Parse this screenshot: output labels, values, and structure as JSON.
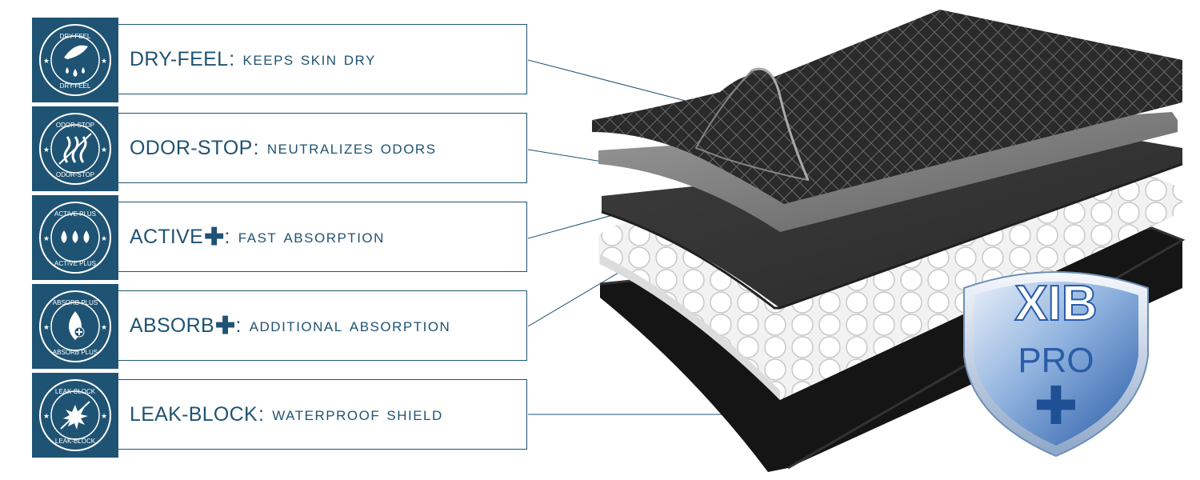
{
  "features": [
    {
      "badge_top": "DRY-FEEL",
      "badge_bottom": "DRY-FEEL",
      "name": "DRY-FEEL",
      "plus": "",
      "colon": ":",
      "desc": "KEEPS SKIN DRY",
      "icon": "feather-drops-icon"
    },
    {
      "badge_top": "ODOR-STOP",
      "badge_bottom": "ODOR-STOP",
      "name": "ODOR-STOP",
      "plus": "",
      "colon": ":",
      "desc": "NEUTRALIZES ODORS",
      "icon": "odor-waves-icon"
    },
    {
      "badge_top": "ACTIVE PLUS",
      "badge_bottom": "ACTIVE PLUS",
      "name": "ACTIVE",
      "plus": "✚",
      "colon": ":",
      "desc": "FAST ABSORPTION",
      "icon": "three-drops-icon"
    },
    {
      "badge_top": "ABSORB PLUS",
      "badge_bottom": "ABSORB PLUS",
      "name": "ABSORB",
      "plus": "✚",
      "colon": ":",
      "desc": "ADDITIONAL ABSORPTION",
      "icon": "drop-plus-icon"
    },
    {
      "badge_top": "LEAK-BLOCK",
      "badge_bottom": "LEAK-BLOCK",
      "name": "LEAK-BLOCK",
      "plus": "",
      "colon": ":",
      "desc": "WATERPROOF SHIELD",
      "icon": "splash-block-icon"
    }
  ],
  "shield": {
    "line1": "XIB",
    "line2": "PRO",
    "plus": "✚"
  },
  "colors": {
    "brand": "#1f5373",
    "shield_blue": "#2f6db5",
    "shield_light": "#c9d9ec"
  }
}
